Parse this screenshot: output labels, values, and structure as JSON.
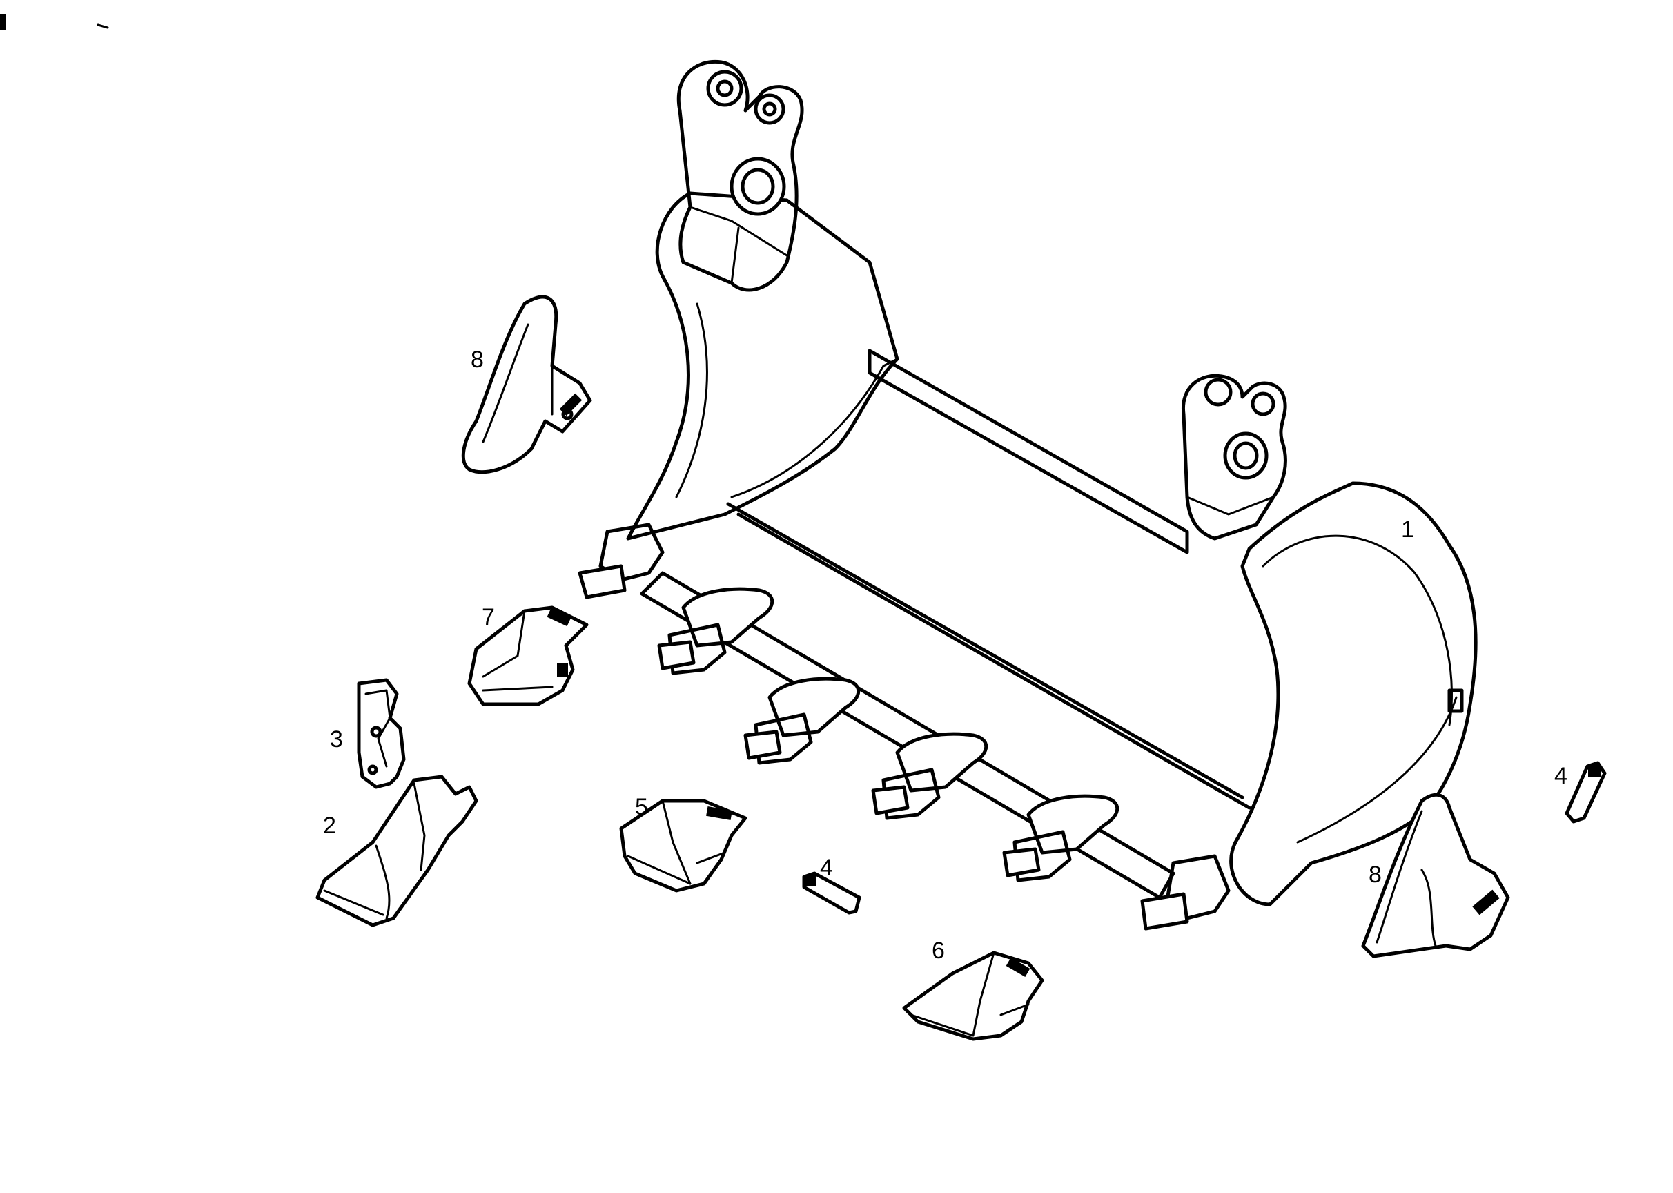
{
  "diagram": {
    "callouts": {
      "bucket": "1",
      "adapter": "2",
      "protector_plate": "3",
      "pin_right": "4",
      "pin_center": "4",
      "tooth_cap_center": "5",
      "tooth_cap_bottom": "6",
      "corner_cap": "7",
      "side_cutter_left": "8",
      "side_cutter_right": "8"
    }
  }
}
